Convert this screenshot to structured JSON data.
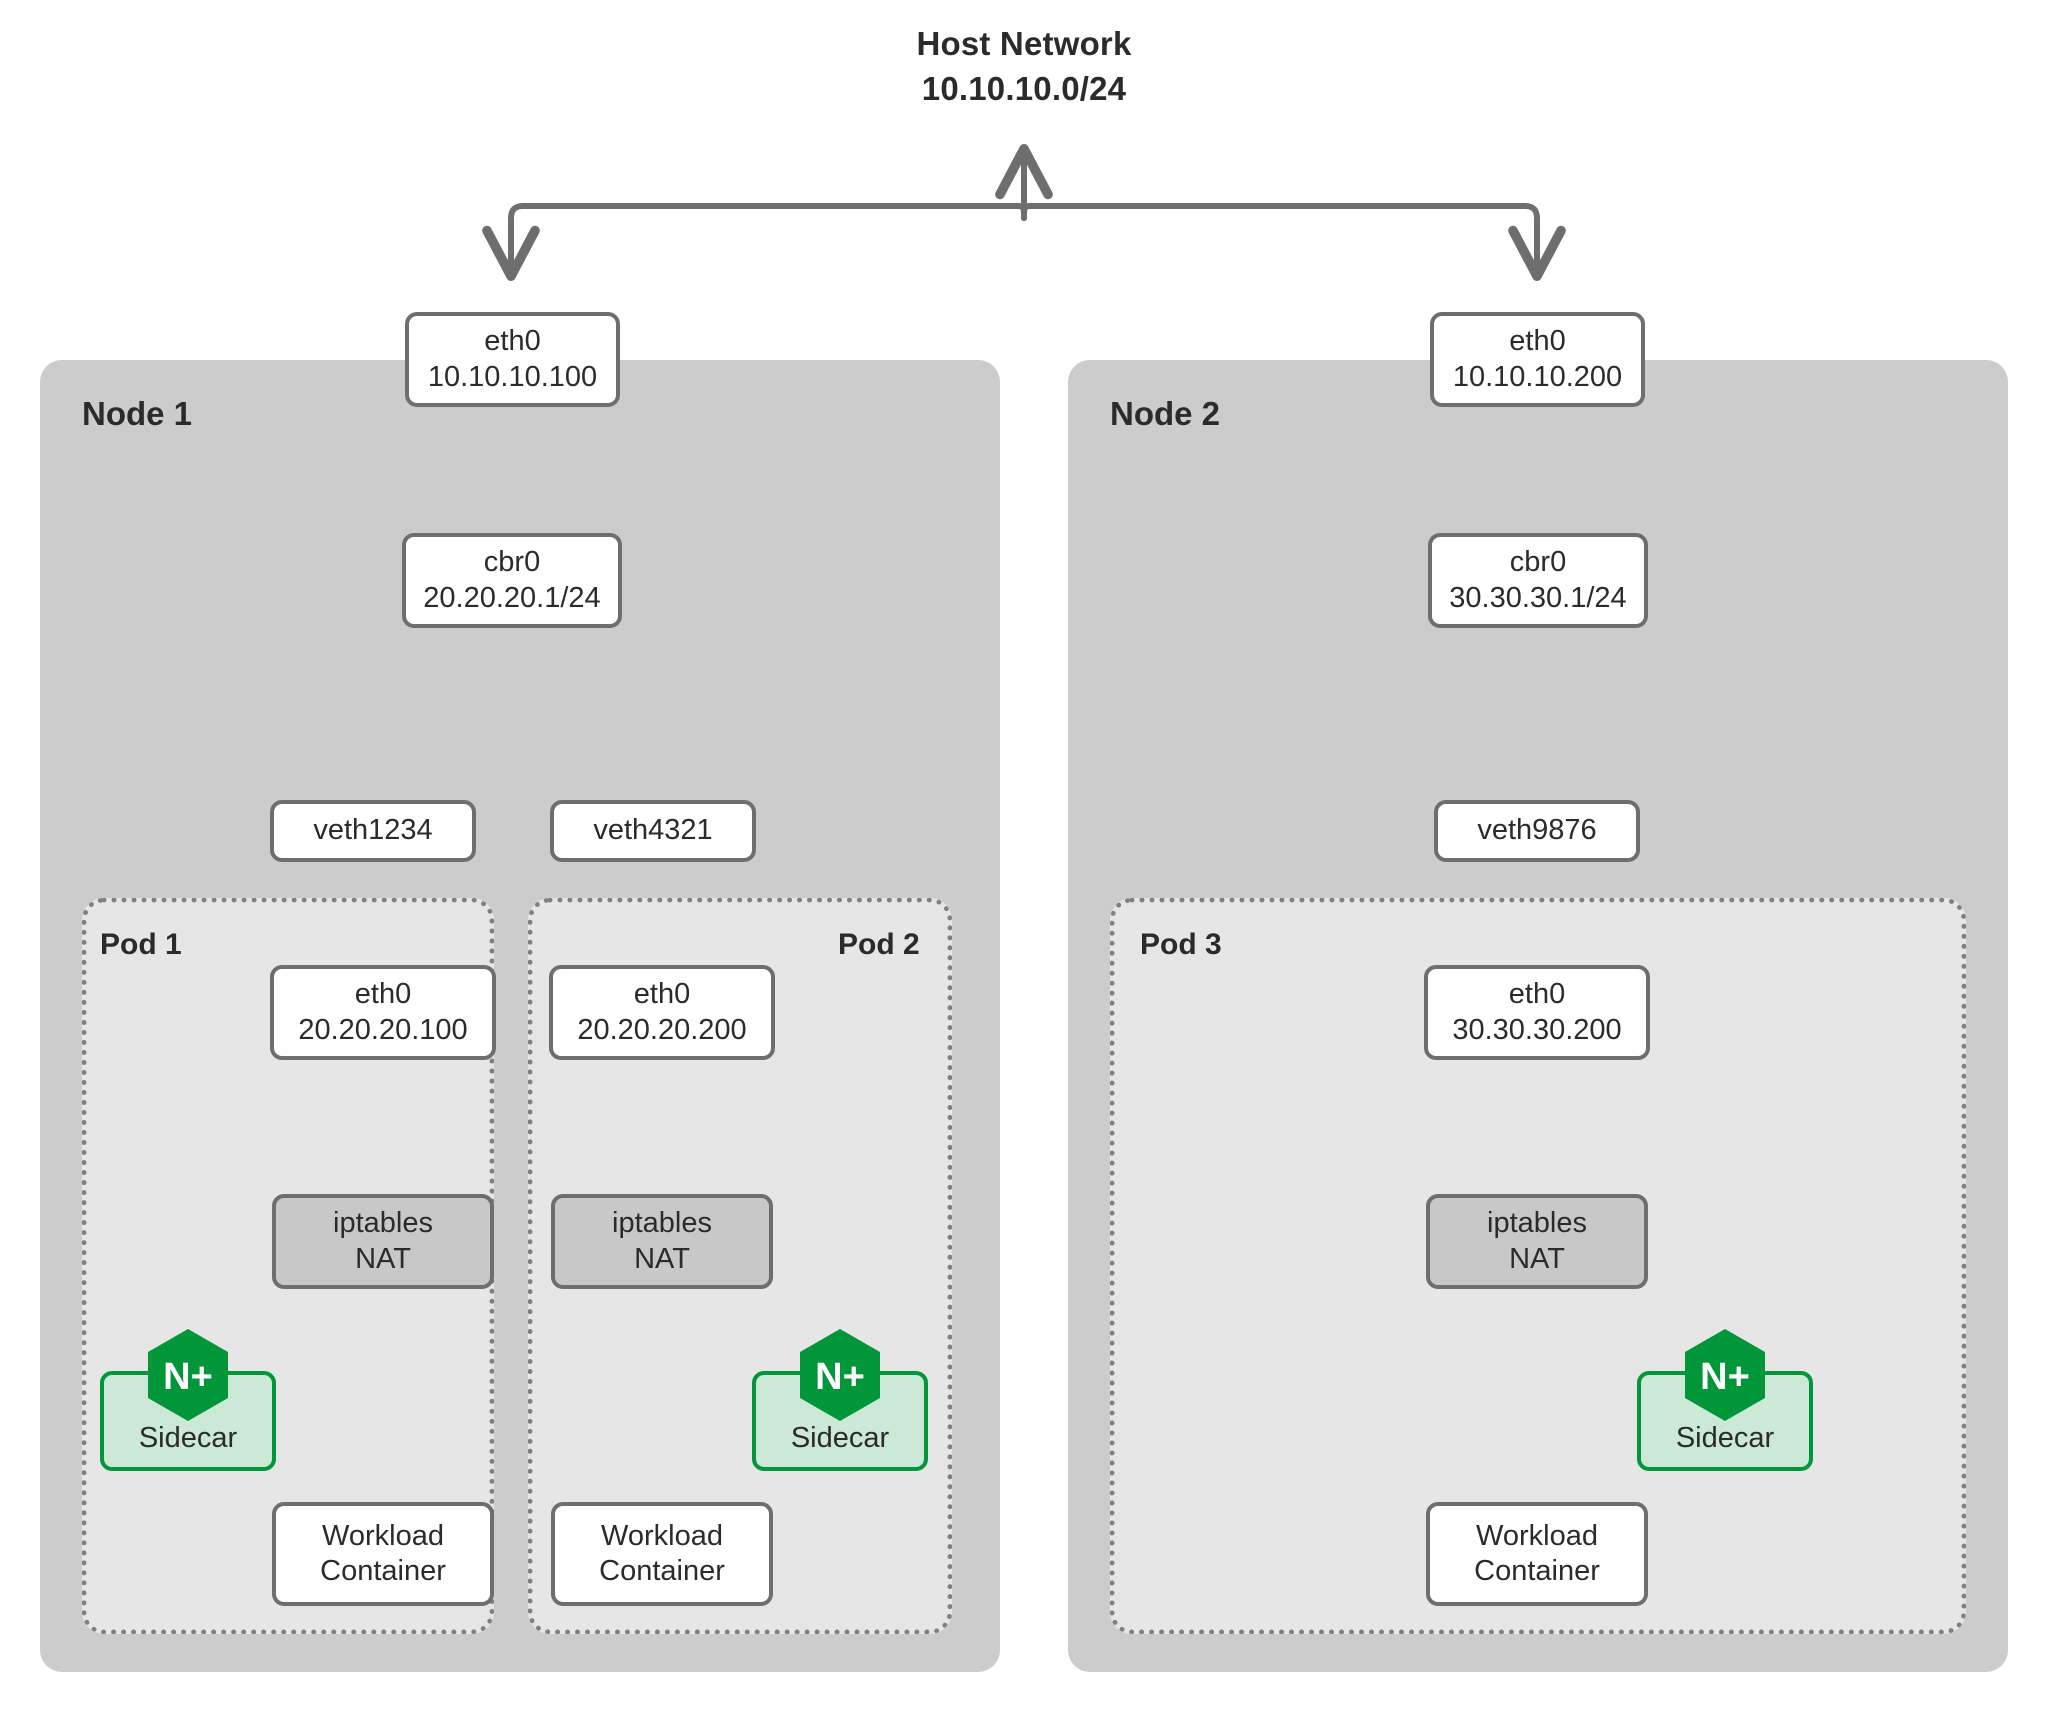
{
  "diagram": {
    "title_line1": "Host Network",
    "title_line2": "10.10.10.0/24",
    "colors": {
      "node_panel": "#cccccc",
      "pod_panel": "#e6e6e6",
      "box_border": "#6e6e6e",
      "nat_fill": "#c8c8c8",
      "nginx_green": "#009639",
      "sidecar_fill": "#cce8d6",
      "arrow": "#6e6e6e",
      "text": "#2b2b2b"
    },
    "nodes": [
      {
        "label": "Node 1",
        "eth0_name": "eth0",
        "eth0_ip": "10.10.10.100",
        "bridge_name": "cbr0",
        "bridge_ip": "20.20.20.1/24",
        "veths": [
          "veth1234",
          "veth4321"
        ],
        "pods": [
          {
            "label": "Pod 1",
            "eth0_name": "eth0",
            "eth0_ip": "20.20.20.100",
            "nat_line1": "iptables",
            "nat_line2": "NAT",
            "sidecar_label": "Sidecar",
            "sidecar_logo": "N+",
            "workload_line1": "Workload",
            "workload_line2": "Container"
          },
          {
            "label": "Pod 2",
            "eth0_name": "eth0",
            "eth0_ip": "20.20.20.200",
            "nat_line1": "iptables",
            "nat_line2": "NAT",
            "sidecar_label": "Sidecar",
            "sidecar_logo": "N+",
            "workload_line1": "Workload",
            "workload_line2": "Container"
          }
        ]
      },
      {
        "label": "Node 2",
        "eth0_name": "eth0",
        "eth0_ip": "10.10.10.200",
        "bridge_name": "cbr0",
        "bridge_ip": "30.30.30.1/24",
        "veths": [
          "veth9876"
        ],
        "pods": [
          {
            "label": "Pod 3",
            "eth0_name": "eth0",
            "eth0_ip": "30.30.30.200",
            "nat_line1": "iptables",
            "nat_line2": "NAT",
            "sidecar_label": "Sidecar",
            "sidecar_logo": "N+",
            "workload_line1": "Workload",
            "workload_line2": "Container"
          }
        ]
      }
    ]
  }
}
